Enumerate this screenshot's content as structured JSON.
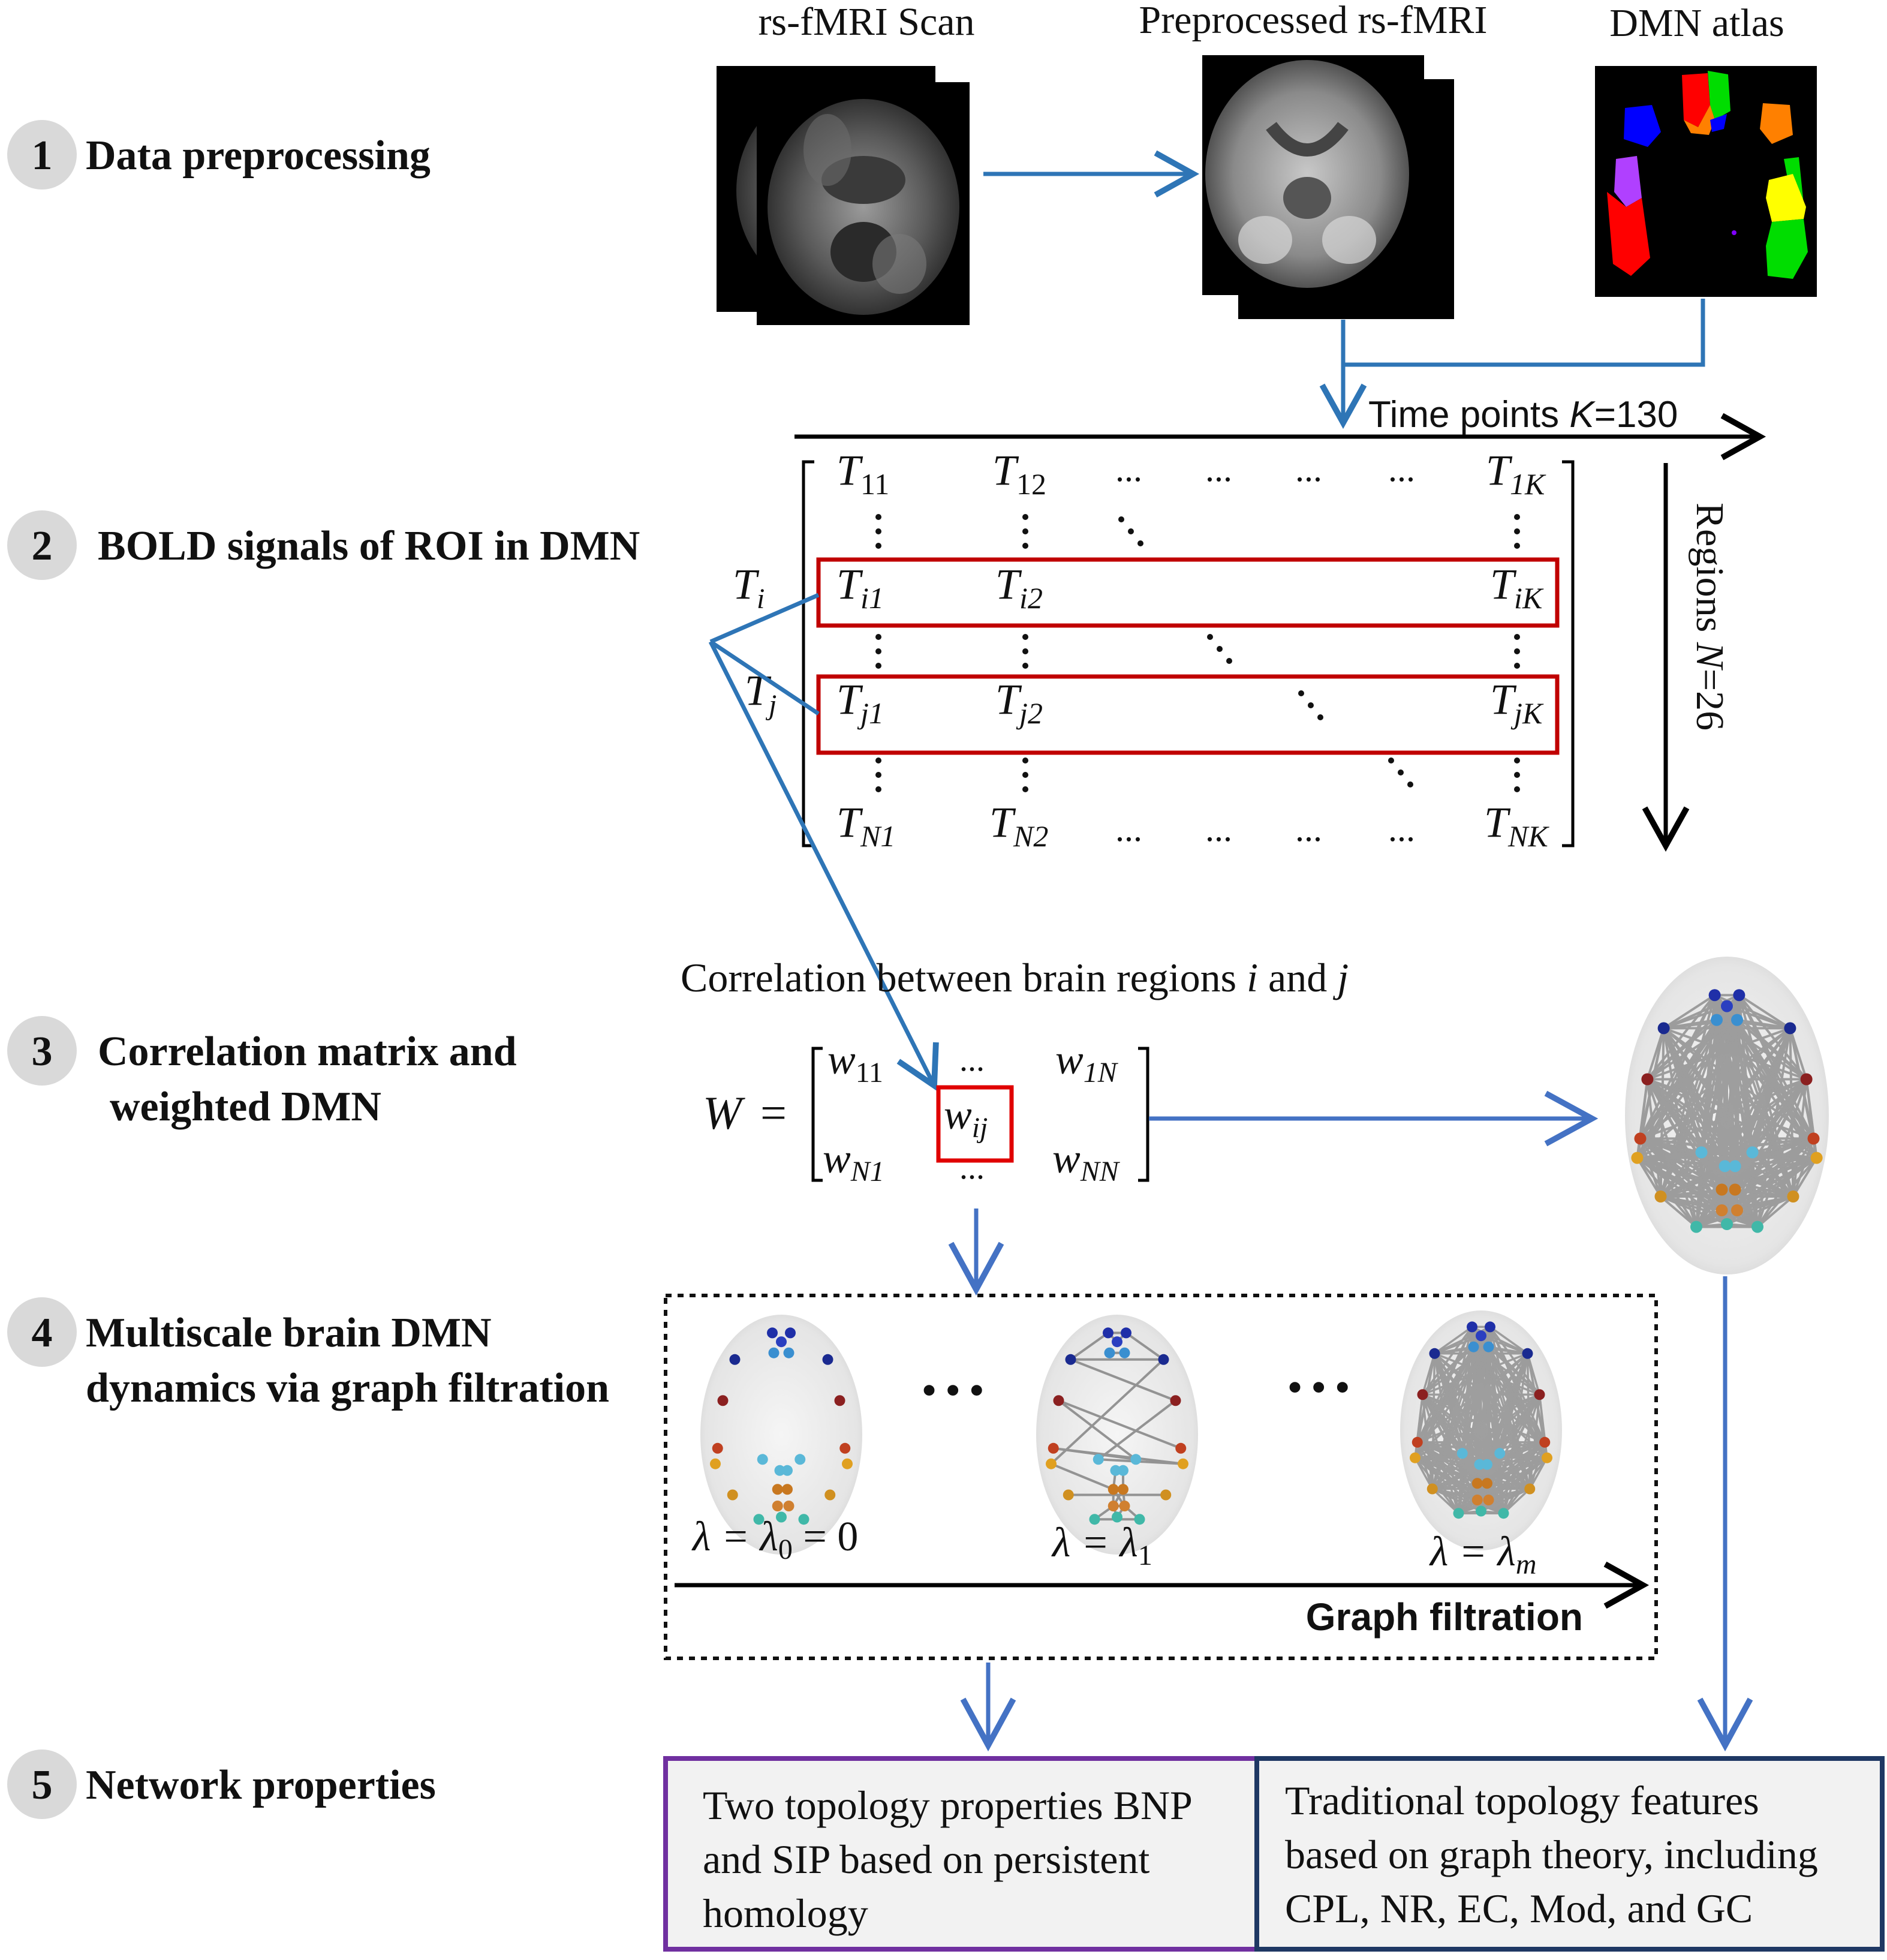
{
  "steps": [
    {
      "num": "1",
      "label": "Data preprocessing"
    },
    {
      "num": "2",
      "label": "BOLD signals of ROI in DMN"
    },
    {
      "num": "3",
      "label_line1": "Correlation matrix and",
      "label_line2": "weighted DMN"
    },
    {
      "num": "4",
      "label_line1": "Multiscale brain DMN",
      "label_line2": "dynamics via graph filtration"
    },
    {
      "num": "5",
      "label": "Network properties"
    }
  ],
  "images": {
    "scan_title": "rs-fMRI Scan",
    "preprocessed_title": "Preprocessed rs-fMRI",
    "atlas_title": "DMN atlas"
  },
  "bold_matrix": {
    "time_axis_label": "Time points ",
    "time_axis_var": "K",
    "time_axis_value": "=130",
    "regions_label": "Regions ",
    "regions_var": "N",
    "regions_value": "=26",
    "row_i_label": "T",
    "row_i_sub": "i",
    "row_j_label": "T",
    "row_j_sub": "j",
    "ellipsis": "...",
    "rows": [
      [
        "11",
        "12",
        "1K"
      ],
      [
        "i1",
        "i2",
        "iK"
      ],
      [
        "j1",
        "j2",
        "jK"
      ],
      [
        "N1",
        "N2",
        "NK"
      ]
    ]
  },
  "correlation": {
    "caption_prefix": "Correlation between brain regions ",
    "caption_i": "i",
    "caption_and": " and ",
    "caption_j": "j",
    "matrix_symbol": "W",
    "equals": "=",
    "w11": "11",
    "w1N": "1N",
    "wij": "ij",
    "wN1": "N1",
    "wNN": "NN",
    "ellipsis": "..."
  },
  "filtration": {
    "lambda0_label": "λ = λ",
    "lambda0_sub": "0",
    "lambda0_tail": " = 0",
    "lambda1_label": "λ = λ",
    "lambda1_sub": "1",
    "lambdam_label": "λ = λ",
    "lambdam_sub": "m",
    "axis_label": "Graph filtration",
    "dots": "• • •"
  },
  "properties": {
    "left_line1": "Two topology properties BNP",
    "left_line2": "and SIP  based on persistent",
    "left_line3": "homology",
    "right_line1": "Traditional topology features",
    "right_line2": "based on graph theory, including",
    "right_line3": "CPL, NR, EC, Mod, and GC"
  },
  "colors": {
    "blue_arrow": "#2e75b6",
    "red_box": "#c00000",
    "purple_box": "#7030a0",
    "navy_box": "#1f3864"
  }
}
